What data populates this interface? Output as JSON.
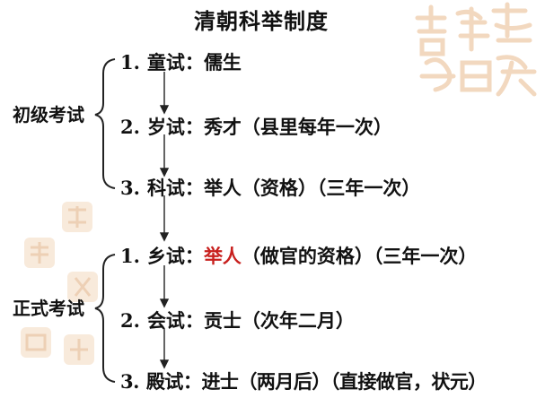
{
  "title": "清朝科举制度",
  "groups": [
    {
      "label": "初级考试",
      "items": [
        {
          "num": "1.",
          "name": "童试：",
          "text": "儒生",
          "highlight": ""
        },
        {
          "num": "2.",
          "name": "岁试：",
          "text": "秀才（县里每年一次）",
          "highlight": ""
        },
        {
          "num": "3.",
          "name": "科试：",
          "text": "举人（资格）（三年一次）",
          "highlight": ""
        }
      ]
    },
    {
      "label": "正式考试",
      "items": [
        {
          "num": "1.",
          "name": "乡试：",
          "highlight": "举人",
          "text": "（做官的资格）（三年一次）"
        },
        {
          "num": "2.",
          "name": "会试：",
          "text": "贡士（次年二月）",
          "highlight": ""
        },
        {
          "num": "3.",
          "name": "殿试：",
          "text": "进士（两月后）（直接做官，状元）",
          "highlight": ""
        }
      ]
    }
  ],
  "colors": {
    "text": "#111111",
    "highlight": "#c8201e",
    "decoration": "#e8b98c"
  },
  "icons": [
    "calligraphy-watermark-icon",
    "seal-stamp-icon"
  ]
}
